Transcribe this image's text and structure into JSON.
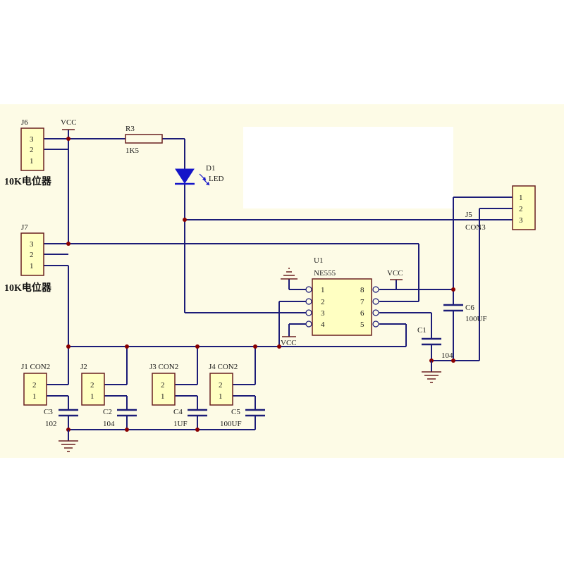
{
  "colors": {
    "background": "#fdfbe6",
    "wire": "#1c1c78",
    "part": "#6a2020",
    "connector_fill": "#ffffc2",
    "led": "#1515c8",
    "junction": "#8a0000"
  },
  "labels": {
    "vcc": "VCC",
    "j6": "J6",
    "j7": "J7",
    "pot_note": "10K电位器",
    "r3": "R3",
    "r3_value": "1K5",
    "d1": "D1",
    "d1_value": "LED",
    "j5": "J5",
    "j5_value": "CON3",
    "u1": "U1",
    "u1_value": "NE555",
    "c1": "C1",
    "c1_value": "104",
    "c6": "C6",
    "c6_value": "100UF",
    "j1": "J1 CON2",
    "j2": "J2",
    "j3": "J3 CON2",
    "j4": "J4 CON2",
    "c3": "C3",
    "c3_value": "102",
    "c2": "C2",
    "c2_value": "104",
    "c4": "C4",
    "c4_value": "1UF",
    "c5": "C5",
    "c5_value": "100UF"
  },
  "pins": {
    "con3": [
      "3",
      "2",
      "1"
    ],
    "con3_j5": [
      "1",
      "2",
      "3"
    ],
    "con2": [
      "2",
      "1"
    ],
    "ne555_left": [
      "1",
      "2",
      "3",
      "4"
    ],
    "ne555_right": [
      "8",
      "7",
      "6",
      "5"
    ]
  }
}
